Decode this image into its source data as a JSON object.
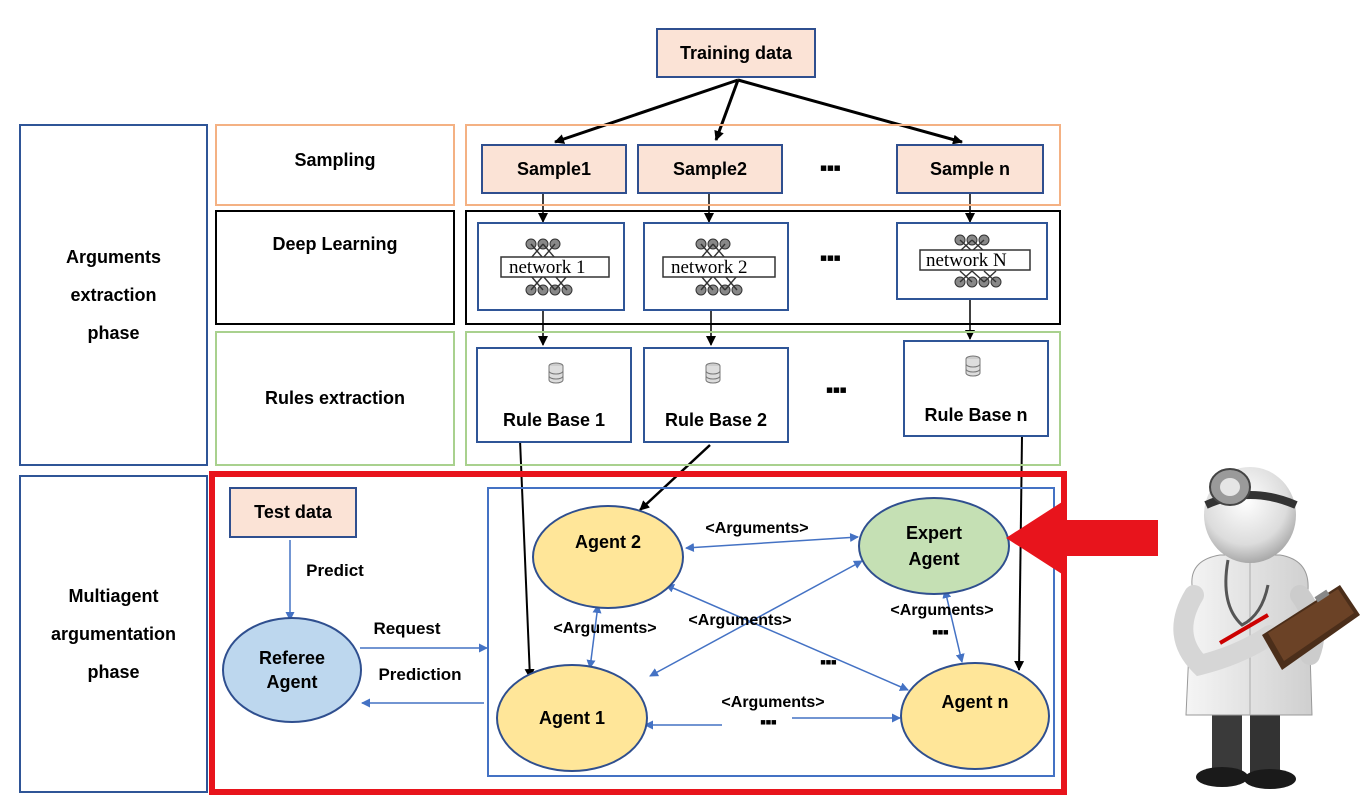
{
  "training_data": "Training data",
  "phases": {
    "extraction_line1": "Arguments",
    "extraction_line2": "extraction",
    "extraction_line3": "phase",
    "argumentation_line1": "Multiagent",
    "argumentation_line2": "argumentation",
    "argumentation_line3": "phase"
  },
  "rows": {
    "sampling": "Sampling",
    "deep_learning": "Deep Learning",
    "rules_extraction": "Rules extraction"
  },
  "samples": [
    "Sample1",
    "Sample2",
    "Sample n"
  ],
  "networks": [
    "network 1",
    "network 2",
    "network N"
  ],
  "rule_bases": [
    "Rule Base 1",
    "Rule Base 2",
    "Rule Base n"
  ],
  "ellipsis": "▪▪▪",
  "test_data": "Test data",
  "predict": "Predict",
  "request": "Request",
  "prediction": "Prediction",
  "referee_line1": "Referee",
  "referee_line2": "Agent",
  "agents": {
    "agent2": "Agent 2",
    "agent1": "Agent 1",
    "agentn": "Agent n",
    "expert_line1": "Expert",
    "expert_line2": "Agent"
  },
  "arguments_label": "<Arguments>",
  "colors": {
    "peach": "#fbe3d6",
    "agent_yellow": "#ffe699",
    "expert_green": "#c5e0b4",
    "referee_blue": "#bdd7ee",
    "highlight_red": "#e8141c",
    "frame_blue": "#2f5597",
    "sampling_orange": "#f4b183",
    "rules_green": "#a9d18e"
  },
  "icons": [
    "database-icon",
    "neural-network-icon",
    "doctor-icon",
    "red-arrow-icon"
  ]
}
